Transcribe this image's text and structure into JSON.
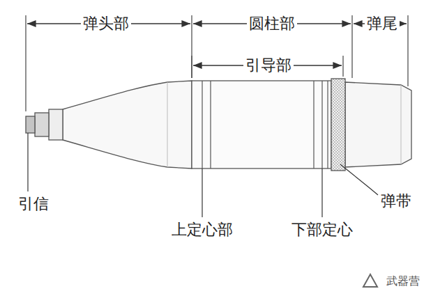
{
  "diagram": {
    "labels": [
      "弹头部",
      "圆柱部",
      "弹尾",
      "引导部",
      "引信",
      "上定心部",
      "下部定心",
      "弹带",
      "武器营"
    ]
  }
}
